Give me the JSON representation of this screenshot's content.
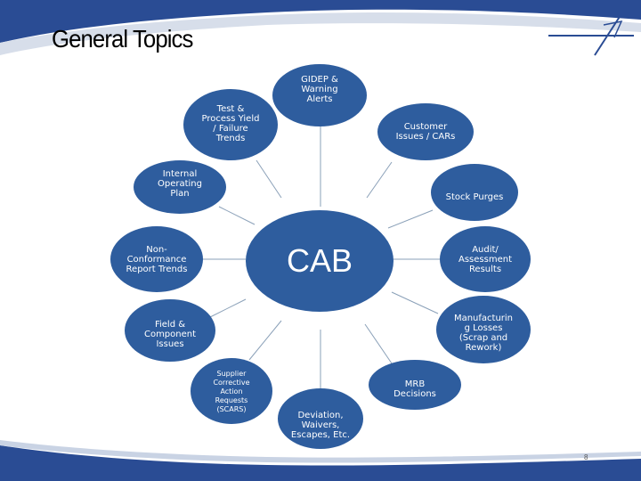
{
  "slide": {
    "title": "General Topics",
    "page_number": "8",
    "colors": {
      "node_fill": "#2e5d9e",
      "band": "#1f3f87",
      "text_on_node": "#ffffff"
    },
    "logo": "delta-arrow-logo"
  },
  "diagram": {
    "center": "CAB",
    "nodes": [
      {
        "id": "gidep",
        "label": "GIDEP &\nWarning\nAlerts"
      },
      {
        "id": "test",
        "label": "Test &\nProcess Yield\n/ Failure\nTrends"
      },
      {
        "id": "customer",
        "label": "Customer\nIssues / CARs"
      },
      {
        "id": "internal",
        "label": "Internal\nOperating\nPlan"
      },
      {
        "id": "stock",
        "label": "Stock Purges"
      },
      {
        "id": "nonconf",
        "label": "Non-\nConformance\nReport Trends"
      },
      {
        "id": "audit",
        "label": "Audit/\nAssessment\nResults"
      },
      {
        "id": "field",
        "label": "Field &\nComponent\nIssues"
      },
      {
        "id": "manuf",
        "label": "Manufacturin\ng Losses\n(Scrap and\nRework)"
      },
      {
        "id": "scar",
        "label": "Supplier\nCorrective\nAction\nRequests\n(SCARS)"
      },
      {
        "id": "mrb",
        "label": "MRB\nDecisions"
      },
      {
        "id": "deviation",
        "label": "Deviation,\nWaivers,\nEscapes, Etc."
      }
    ]
  }
}
